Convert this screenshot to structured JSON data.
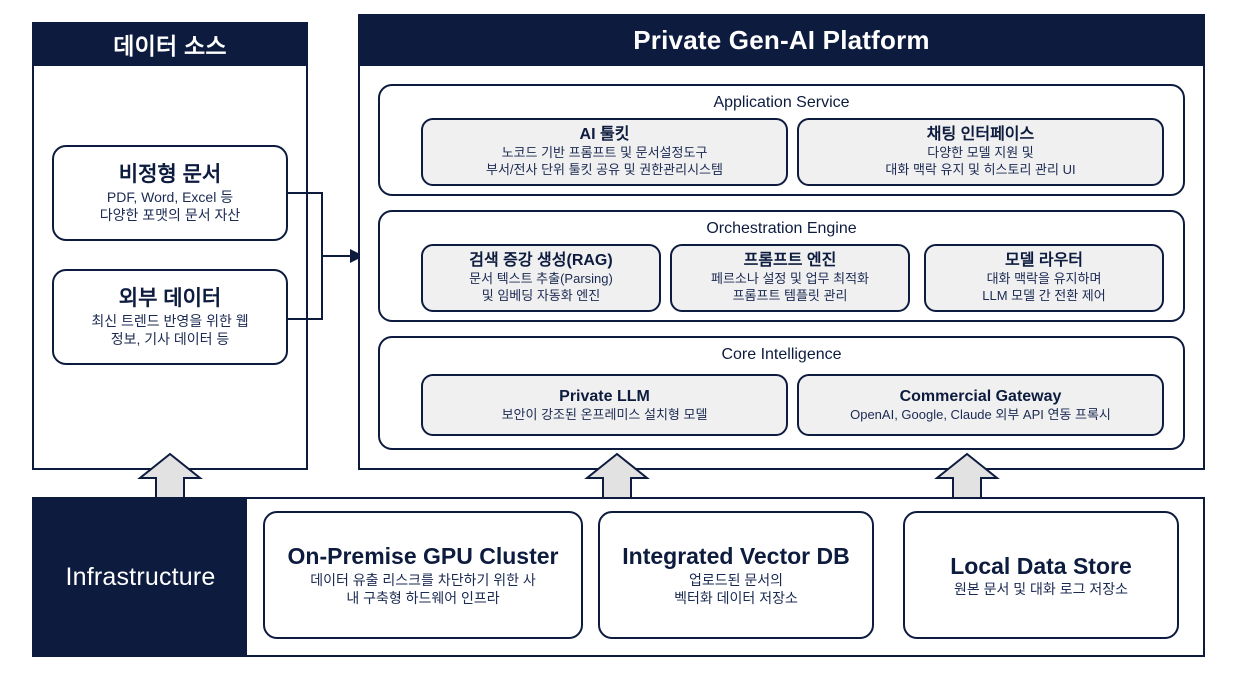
{
  "diagram": {
    "title_left": "데이터 소스",
    "title_right": "Private Gen-AI Platform",
    "infrastructure_label": "Infrastructure"
  },
  "data_sources": {
    "header": "데이터 소스",
    "items": [
      {
        "title": "비정형 문서",
        "desc_line1": "PDF, Word, Excel 등",
        "desc_line2": "다양한 포맷의 문서 자산"
      },
      {
        "title": "외부 데이터",
        "desc_line1": "최신 트렌드 반영을 위한 웹",
        "desc_line2": "정보, 기사 데이터 등"
      }
    ]
  },
  "platform": {
    "header": "Private Gen-AI Platform",
    "layers": [
      {
        "name": "Application Service",
        "cards": [
          {
            "title": "AI 툴킷",
            "desc_line1": "노코드 기반 프롬프트 및 문서설정도구",
            "desc_line2": "부서/전사 단위 툴킷 공유 및 권한관리시스템"
          },
          {
            "title": "채팅 인터페이스",
            "desc_line1": "다양한 모델 지원 및",
            "desc_line2": "대화 맥락 유지 및 히스토리 관리 UI"
          }
        ]
      },
      {
        "name": "Orchestration Engine",
        "cards": [
          {
            "title": "검색 증강 생성(RAG)",
            "desc_line1": "문서 텍스트 추출(Parsing)",
            "desc_line2": "및 임베딩 자동화 엔진"
          },
          {
            "title": "프롬프트 엔진",
            "desc_line1": "페르소나 설정 및 업무 최적화",
            "desc_line2": "프롬프트 템플릿 관리"
          },
          {
            "title": "모델 라우터",
            "desc_line1": "대화 맥락을 유지하며",
            "desc_line2": "LLM 모델 간 전환 제어"
          }
        ]
      },
      {
        "name": "Core Intelligence",
        "cards": [
          {
            "title": "Private LLM",
            "desc_line1": "보안이 강조된 온프레미스 설치형 모델",
            "desc_line2": ""
          },
          {
            "title": "Commercial Gateway",
            "desc_line1": "OpenAI, Google, Claude 외부 API 연동 프록시",
            "desc_line2": ""
          }
        ]
      }
    ]
  },
  "infrastructure": {
    "label": "Infrastructure",
    "cards": [
      {
        "title": "On-Premise GPU Cluster",
        "desc_line1": "데이터 유출 리스크를 차단하기 위한 사",
        "desc_line2": "내 구축형 하드웨어 인프라"
      },
      {
        "title": "Integrated Vector DB",
        "desc_line1": "업로드된 문서의",
        "desc_line2": "벡터화 데이터 저장소"
      },
      {
        "title": "Local Data Store",
        "desc_line1": "원본 문서 및 대화 로그 저장소",
        "desc_line2": ""
      }
    ]
  },
  "colors": {
    "navy": "#0d1b3e",
    "card_fill": "#f0f0f0",
    "arrow_fill": "#e2e2e2",
    "text": "#1b2a52"
  }
}
